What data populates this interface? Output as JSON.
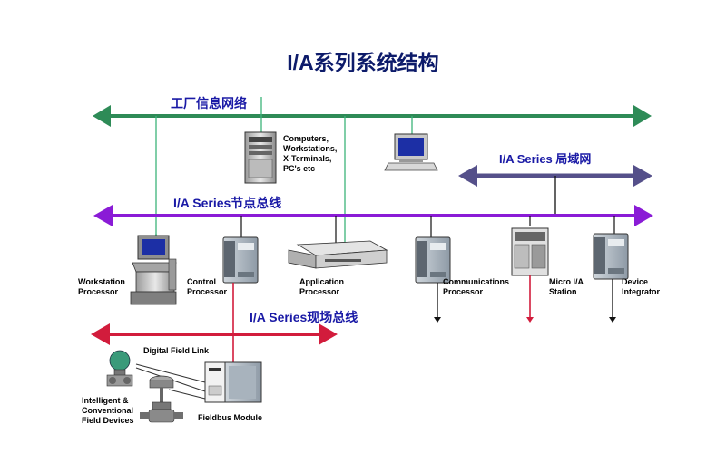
{
  "title": "I/A系列系统结构",
  "colors": {
    "plant_net": "#2e8b57",
    "node_bus": "#8a1bd6",
    "lan": "#55508a",
    "fieldbus": "#d21c3c",
    "title": "#0d1b6a",
    "bus_text": "#1a1aa6",
    "link_line": "#3cb37a"
  },
  "buses": {
    "plant_network": "工厂信息网络",
    "lan": "I/A Series 局域网",
    "nodebus": "I/A Series节点总线",
    "fieldbus": "I/A Series现场总线"
  },
  "devices": {
    "computers": [
      "Computers,",
      "Workstations,",
      "X-Terminals,",
      "PC's etc"
    ],
    "workstation": [
      "Workstation",
      "Processor"
    ],
    "control": [
      "Control",
      "Processor"
    ],
    "application": [
      "Application",
      "Processor"
    ],
    "communications": [
      "Communications",
      "Processor"
    ],
    "micro_ia": [
      "Micro I/A",
      "Station"
    ],
    "device_integrator": [
      "Device",
      "Integrator"
    ],
    "digital_field_link": "Digital Field Link",
    "field_devices": [
      "Intelligent &",
      "Conventional",
      "Field Devices"
    ],
    "fieldbus_module": "Fieldbus Module"
  },
  "icons": [
    "server-icon",
    "pc-icon",
    "workstation-console-icon",
    "control-processor-icon",
    "application-processor-icon",
    "communications-processor-icon",
    "micro-ia-station-icon",
    "device-integrator-icon",
    "transmitter-icon",
    "control-valve-icon",
    "fieldbus-module-icon"
  ]
}
